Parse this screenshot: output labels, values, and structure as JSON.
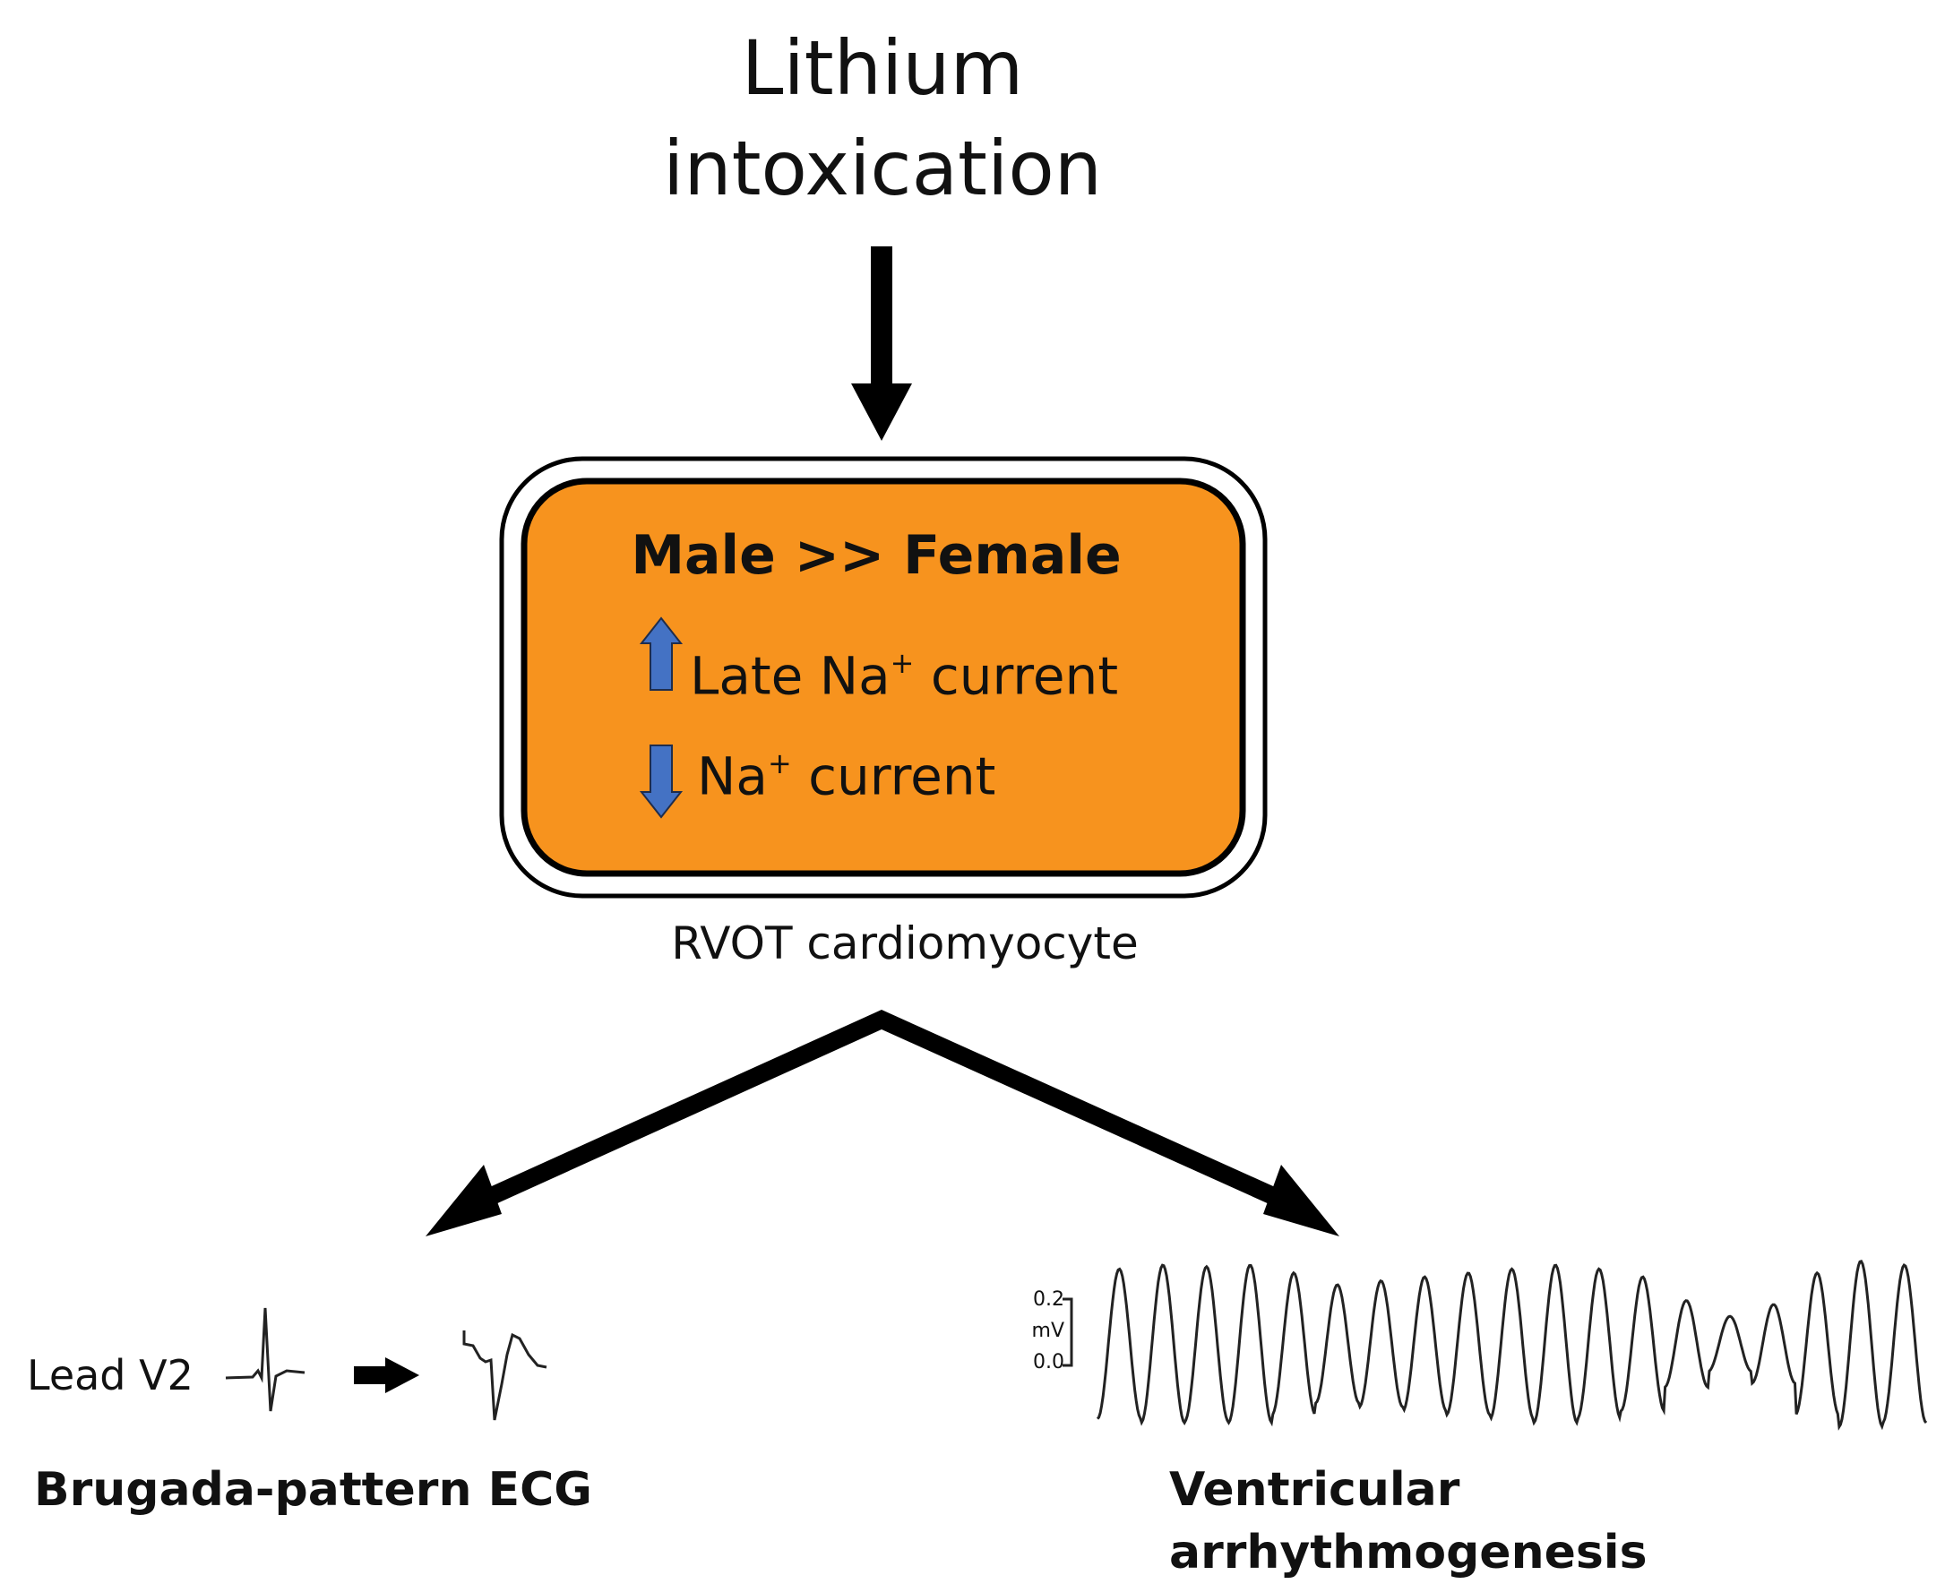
{
  "title": {
    "line1": "Lithium",
    "line2": "intoxication"
  },
  "box": {
    "heading": "Male >> Female",
    "up_row": {
      "text": "Late Na",
      "sup": "+",
      "suffix": " current",
      "icon": "up-arrow-icon"
    },
    "down_row": {
      "text": "Na",
      "sup": "+",
      "suffix": " current",
      "icon": "down-arrow-icon"
    },
    "fill_color": "#F7931E",
    "arrow_color": "#4472C4"
  },
  "cell_label": "RVOT cardiomyocyte",
  "left_branch": {
    "lead_label": "Lead V2",
    "outcome": "Brugada-pattern ECG"
  },
  "right_branch": {
    "scale_top": "0.2",
    "scale_unit": "mV",
    "scale_bottom": "0.0",
    "outcome": "Ventricular arrhythmogenesis"
  }
}
